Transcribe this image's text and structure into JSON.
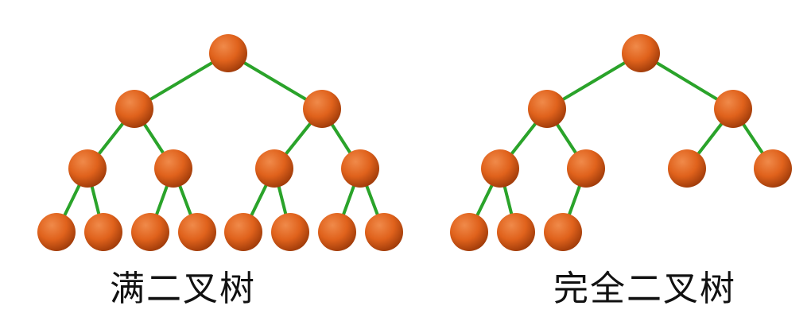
{
  "colors": {
    "node_fill_light": "#f08a4a",
    "node_fill": "#e0621c",
    "node_fill_dark": "#a13c0a",
    "edge": "#2aa32a",
    "text": "#111111"
  },
  "trees": [
    {
      "id": "full",
      "label": "满二叉树",
      "levels": [
        [
          1
        ],
        [
          1,
          1
        ],
        [
          1,
          1,
          1,
          1
        ],
        [
          1,
          1,
          1,
          1,
          1,
          1,
          1,
          1
        ]
      ]
    },
    {
      "id": "complete",
      "label": "完全二叉树",
      "levels": [
        [
          1
        ],
        [
          1,
          1
        ],
        [
          1,
          1,
          1,
          1
        ],
        [
          1,
          1,
          1,
          0,
          0,
          0,
          0,
          0
        ]
      ]
    }
  ]
}
